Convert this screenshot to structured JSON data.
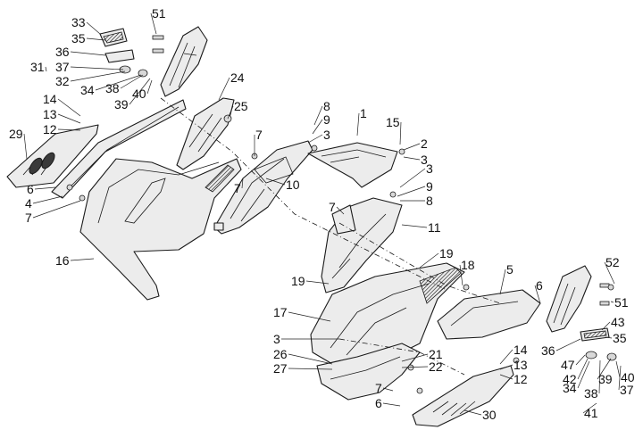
{
  "callouts": [
    "51",
    "33",
    "35",
    "36",
    "37",
    "31",
    "32",
    "34",
    "38",
    "39",
    "40",
    "24",
    "25",
    "14",
    "13",
    "12",
    "29",
    "6",
    "4",
    "7",
    "16",
    "8",
    "9",
    "3",
    "7",
    "7",
    "10",
    "1",
    "15",
    "2",
    "3",
    "3",
    "9",
    "8",
    "7",
    "11",
    "19",
    "18",
    "19",
    "5",
    "52",
    "6",
    "51",
    "43",
    "35",
    "36",
    "47",
    "42",
    "34",
    "38",
    "39",
    "40",
    "37",
    "41",
    "17",
    "3",
    "26",
    "27",
    "21",
    "22",
    "14",
    "13",
    "12",
    "7",
    "6",
    "30"
  ]
}
